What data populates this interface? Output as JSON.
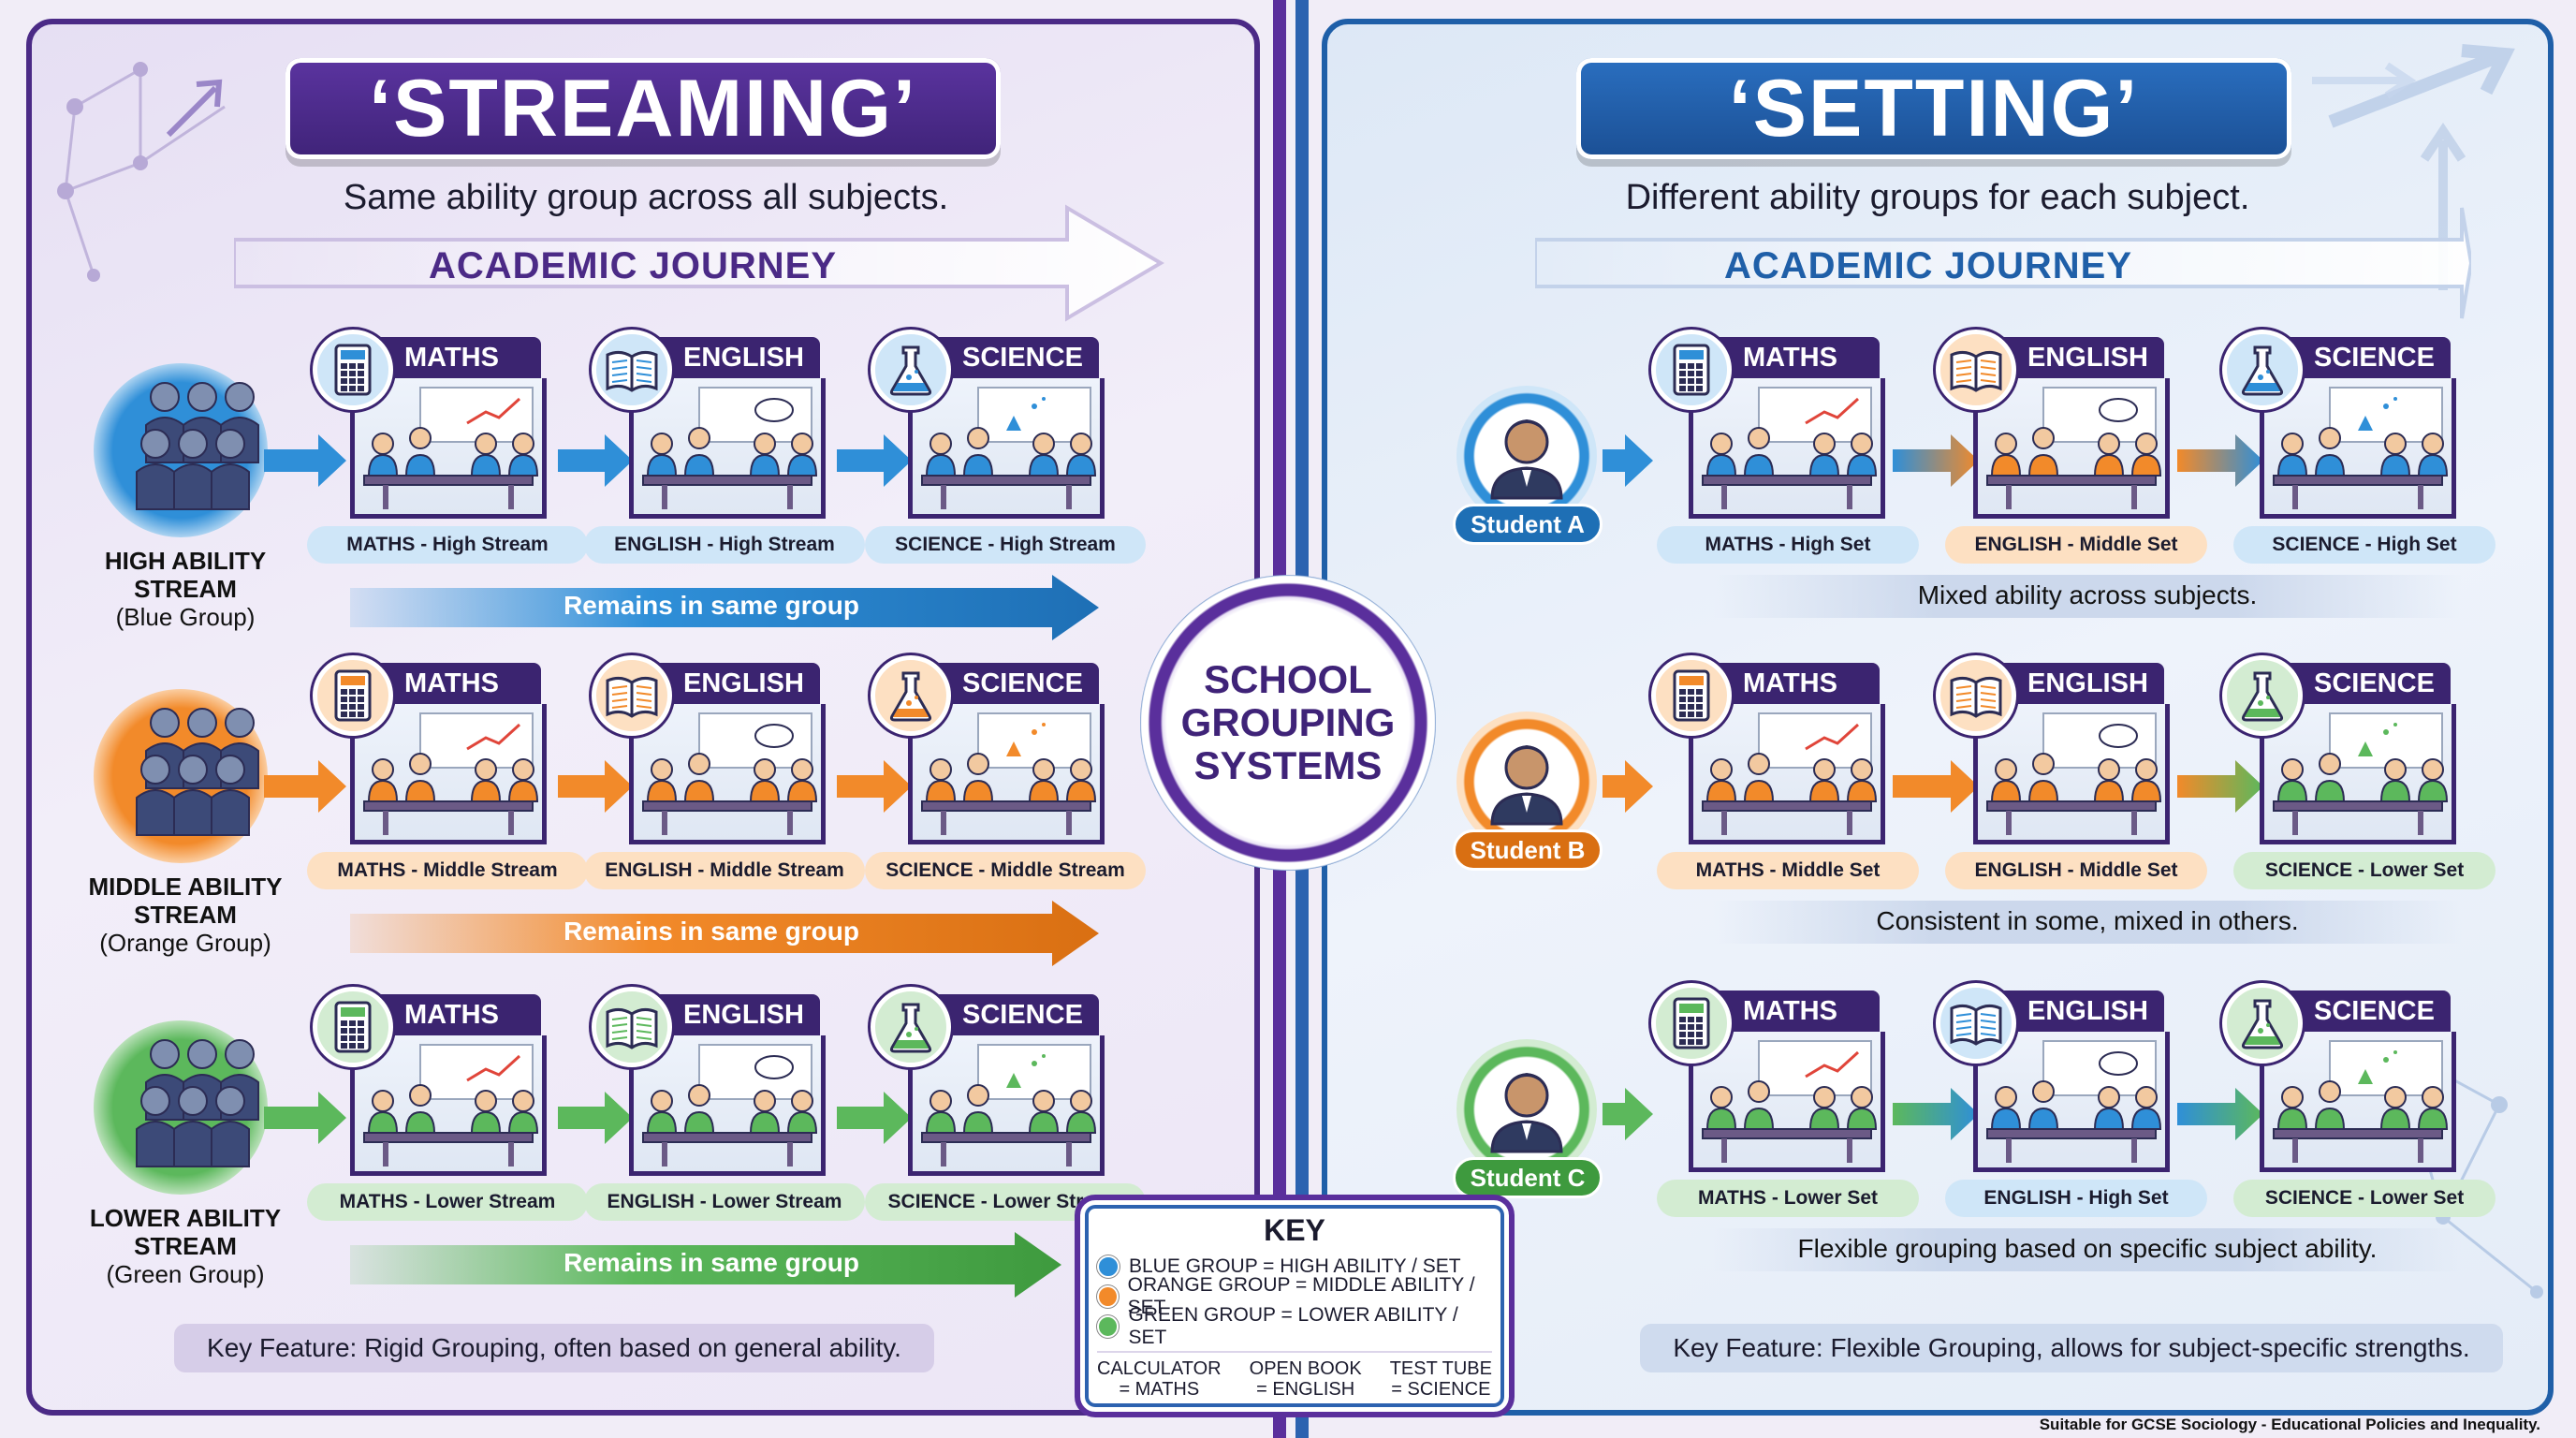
{
  "colors": {
    "streaming_purple": "#4b2a86",
    "setting_blue": "#1f5fa8",
    "blue_group": "#2f8fd8",
    "orange_group": "#f28a2a",
    "green_group": "#5cb85c"
  },
  "center": {
    "line1": "SCHOOL",
    "line2": "GROUPING",
    "line3": "SYSTEMS"
  },
  "streaming": {
    "title": "‘STREAMING’",
    "subtitle": "Same ability group across all subjects.",
    "journey": "ACADEMIC JOURNEY",
    "feature": "Key Feature: Rigid Grouping, often based on general ability.",
    "subjects": [
      "MATHS",
      "ENGLISH",
      "SCIENCE"
    ],
    "rows": [
      {
        "label_bold": "HIGH ABILITY",
        "label_bold2": "STREAM",
        "label_sub": "(Blue Group)",
        "pills": [
          "MATHS - High Stream",
          "ENGLISH - High Stream",
          "SCIENCE - High Stream"
        ],
        "band": "Remains in same group"
      },
      {
        "label_bold": "MIDDLE ABILITY",
        "label_bold2": "STREAM",
        "label_sub": "(Orange Group)",
        "pills": [
          "MATHS - Middle Stream",
          "ENGLISH - Middle Stream",
          "SCIENCE - Middle Stream"
        ],
        "band": "Remains in same group"
      },
      {
        "label_bold": "LOWER ABILITY",
        "label_bold2": "STREAM",
        "label_sub": "(Green Group)",
        "pills": [
          "MATHS - Lower Stream",
          "ENGLISH - Lower Stream",
          "SCIENCE - Lower Stream"
        ],
        "band": "Remains in same group"
      }
    ]
  },
  "setting": {
    "title": "‘SETTING’",
    "subtitle": "Different ability groups for each subject.",
    "journey": "ACADEMIC JOURNEY",
    "feature": "Key Feature: Flexible Grouping, allows for subject-specific strengths.",
    "subjects": [
      "MATHS",
      "ENGLISH",
      "SCIENCE"
    ],
    "rows": [
      {
        "student": "Student A",
        "pills": [
          "MATHS - High Set",
          "ENGLISH - Middle Set",
          "SCIENCE - High Set"
        ],
        "caption": "Mixed ability across subjects."
      },
      {
        "student": "Student B",
        "pills": [
          "MATHS - Middle Set",
          "ENGLISH - Middle Set",
          "SCIENCE - Lower Set"
        ],
        "caption": "Consistent in some, mixed in others."
      },
      {
        "student": "Student C",
        "pills": [
          "MATHS - Lower Set",
          "ENGLISH - High Set",
          "SCIENCE - Lower Set"
        ],
        "caption": "Flexible grouping based on specific subject ability."
      }
    ]
  },
  "key": {
    "title": "KEY",
    "items": [
      {
        "text": "BLUE GROUP = HIGH ABILITY / SET",
        "color": "#2f8fd8"
      },
      {
        "text": "ORANGE GROUP = MIDDLE ABILITY / SET",
        "color": "#f28a2a"
      },
      {
        "text": "GREEN GROUP = LOWER ABILITY / SET",
        "color": "#5cb85c"
      }
    ],
    "icons": [
      {
        "line1": "CALCULATOR",
        "line2": "= MATHS"
      },
      {
        "line1": "OPEN BOOK",
        "line2": "= ENGLISH"
      },
      {
        "line1": "TEST TUBE",
        "line2": "= SCIENCE"
      }
    ]
  },
  "footnote": "Suitable for GCSE Sociology - Educational Policies and Inequality."
}
